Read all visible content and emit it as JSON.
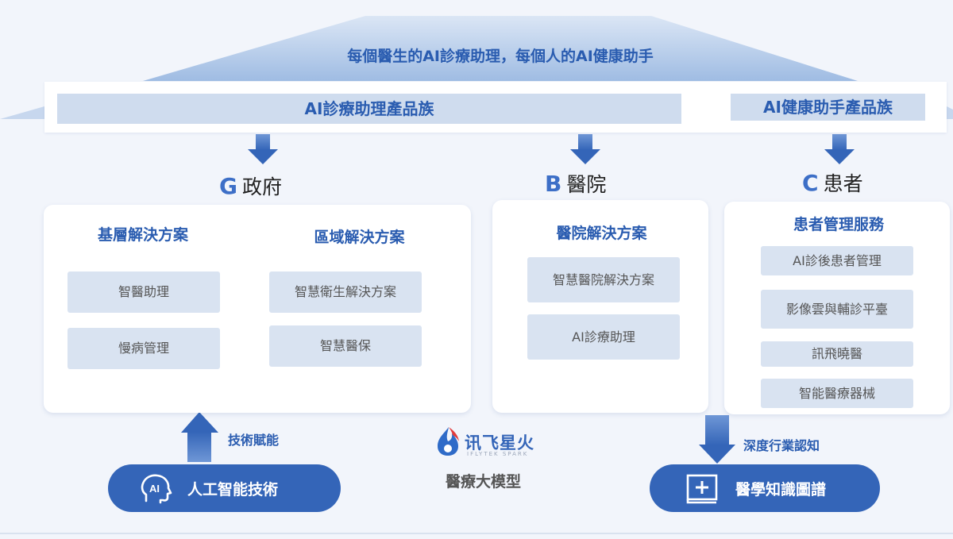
{
  "top": {
    "banner": "每個醫生的AI診療助理，每個人的AI健康助手",
    "family_left": "AI診療助理產品族",
    "family_right": "AI健康助手產品族"
  },
  "sections": {
    "gov": {
      "letter": "G",
      "name": "政府"
    },
    "hospital": {
      "letter": "B",
      "name": "醫院"
    },
    "patient": {
      "letter": "C",
      "name": "患者"
    }
  },
  "gov_card": {
    "col1_title": "基層解決方案",
    "col1_items": [
      "智醫助理",
      "慢病管理"
    ],
    "col2_title": "區域解決方案",
    "col2_items": [
      "智慧衛生解決方案",
      "智慧醫保"
    ]
  },
  "hospital_card": {
    "title": "醫院解決方案",
    "items": [
      "智慧醫院解決方案",
      "AI診療助理"
    ]
  },
  "patient_card": {
    "title": "患者管理服務",
    "items": [
      "AI診後患者管理",
      "影像雲與輔診平臺",
      "訊飛曉醫",
      "智能醫療器械"
    ]
  },
  "bottom": {
    "left_arrow_label": "技術賦能",
    "left_pill": "人工智能技術",
    "left_icon_text": "AI",
    "logo_cn": "讯飞星火",
    "logo_en": "IFLYTEK SPARK",
    "center_label": "醫療大模型",
    "right_arrow_label": "深度行業認知",
    "right_pill": "醫學知識圖譜"
  },
  "colors": {
    "primary": "#3465b8",
    "title_blue": "#2a5cb0",
    "item_bg": "#d9e3f1",
    "roof": "#a9c4e6"
  }
}
